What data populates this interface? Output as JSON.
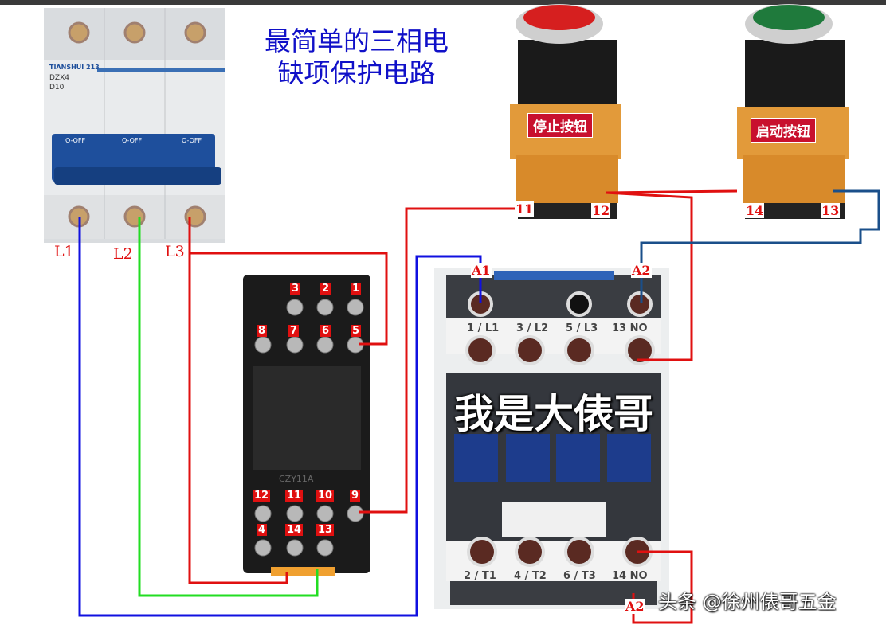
{
  "title": {
    "line1": "最简单的三相电",
    "line2": "缺项保护电路"
  },
  "breaker": {
    "brand": "TIANSHUI 213",
    "model": "DZX4",
    "rating": "D10",
    "switch_labels": [
      "O-OFF",
      "O-OFF",
      "O-OFF"
    ],
    "phases": [
      "L1",
      "L2",
      "L3"
    ]
  },
  "stop_button": {
    "label": "停止按钮",
    "terminals": [
      "11",
      "12"
    ],
    "color": "#d61f1f"
  },
  "start_button": {
    "label": "启动按钮",
    "terminals": [
      "14",
      "13"
    ],
    "color": "#1f7a3c"
  },
  "relay": {
    "top_row1": [
      "3",
      "2",
      "1"
    ],
    "top_row2": [
      "8",
      "7",
      "6",
      "5"
    ],
    "bottom_row1": [
      "12",
      "11",
      "10",
      "9"
    ],
    "bottom_row2": [
      "4",
      "14",
      "13"
    ],
    "model": "CZY11A"
  },
  "contactor": {
    "coil_top": [
      "A1",
      "A2"
    ],
    "top_terminals": [
      "1 / L1",
      "3 / L2",
      "5 / L3",
      "13 NO"
    ],
    "bottom_terminals": [
      "2 / T1",
      "4 / T2",
      "6 / T3",
      "14 NO"
    ],
    "coil_bottom": "A2"
  },
  "watermark": "我是大俵哥",
  "footer": "头条 @徐州俵哥五金",
  "colors": {
    "wire_l1": "#1010e0",
    "wire_l2": "#22dd22",
    "wire_l3": "#e01010",
    "wire_control": "#1a4f8a",
    "title": "#1010c8"
  }
}
